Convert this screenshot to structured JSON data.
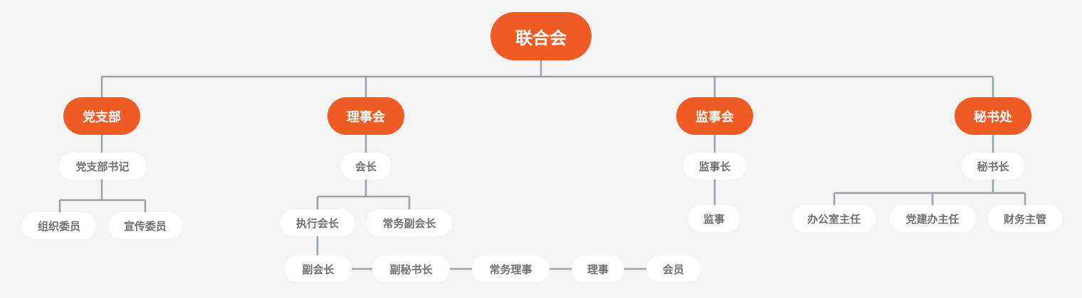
{
  "root": {
    "label": "联合会"
  },
  "departments": [
    {
      "label": "党支部",
      "head": "党支部书记",
      "members": [
        "组织委员",
        "宣传委员"
      ]
    },
    {
      "label": "理事会",
      "head": "会长",
      "members": [
        "执行会长",
        "常务副会长"
      ],
      "chain": [
        "副会长",
        "副秘书长",
        "常务理事",
        "理事",
        "会员"
      ]
    },
    {
      "label": "监事会",
      "head": "监事长",
      "members": [
        "监事"
      ]
    },
    {
      "label": "秘书处",
      "head": "秘书长",
      "members": [
        "办公室主任",
        "党建办主任",
        "财务主管"
      ]
    }
  ],
  "colors": {
    "primary": "#f05a24",
    "connector": "#9aa1a8",
    "background": "#f4f4f4",
    "role_box": "#ffffff",
    "role_text": "#707070"
  }
}
